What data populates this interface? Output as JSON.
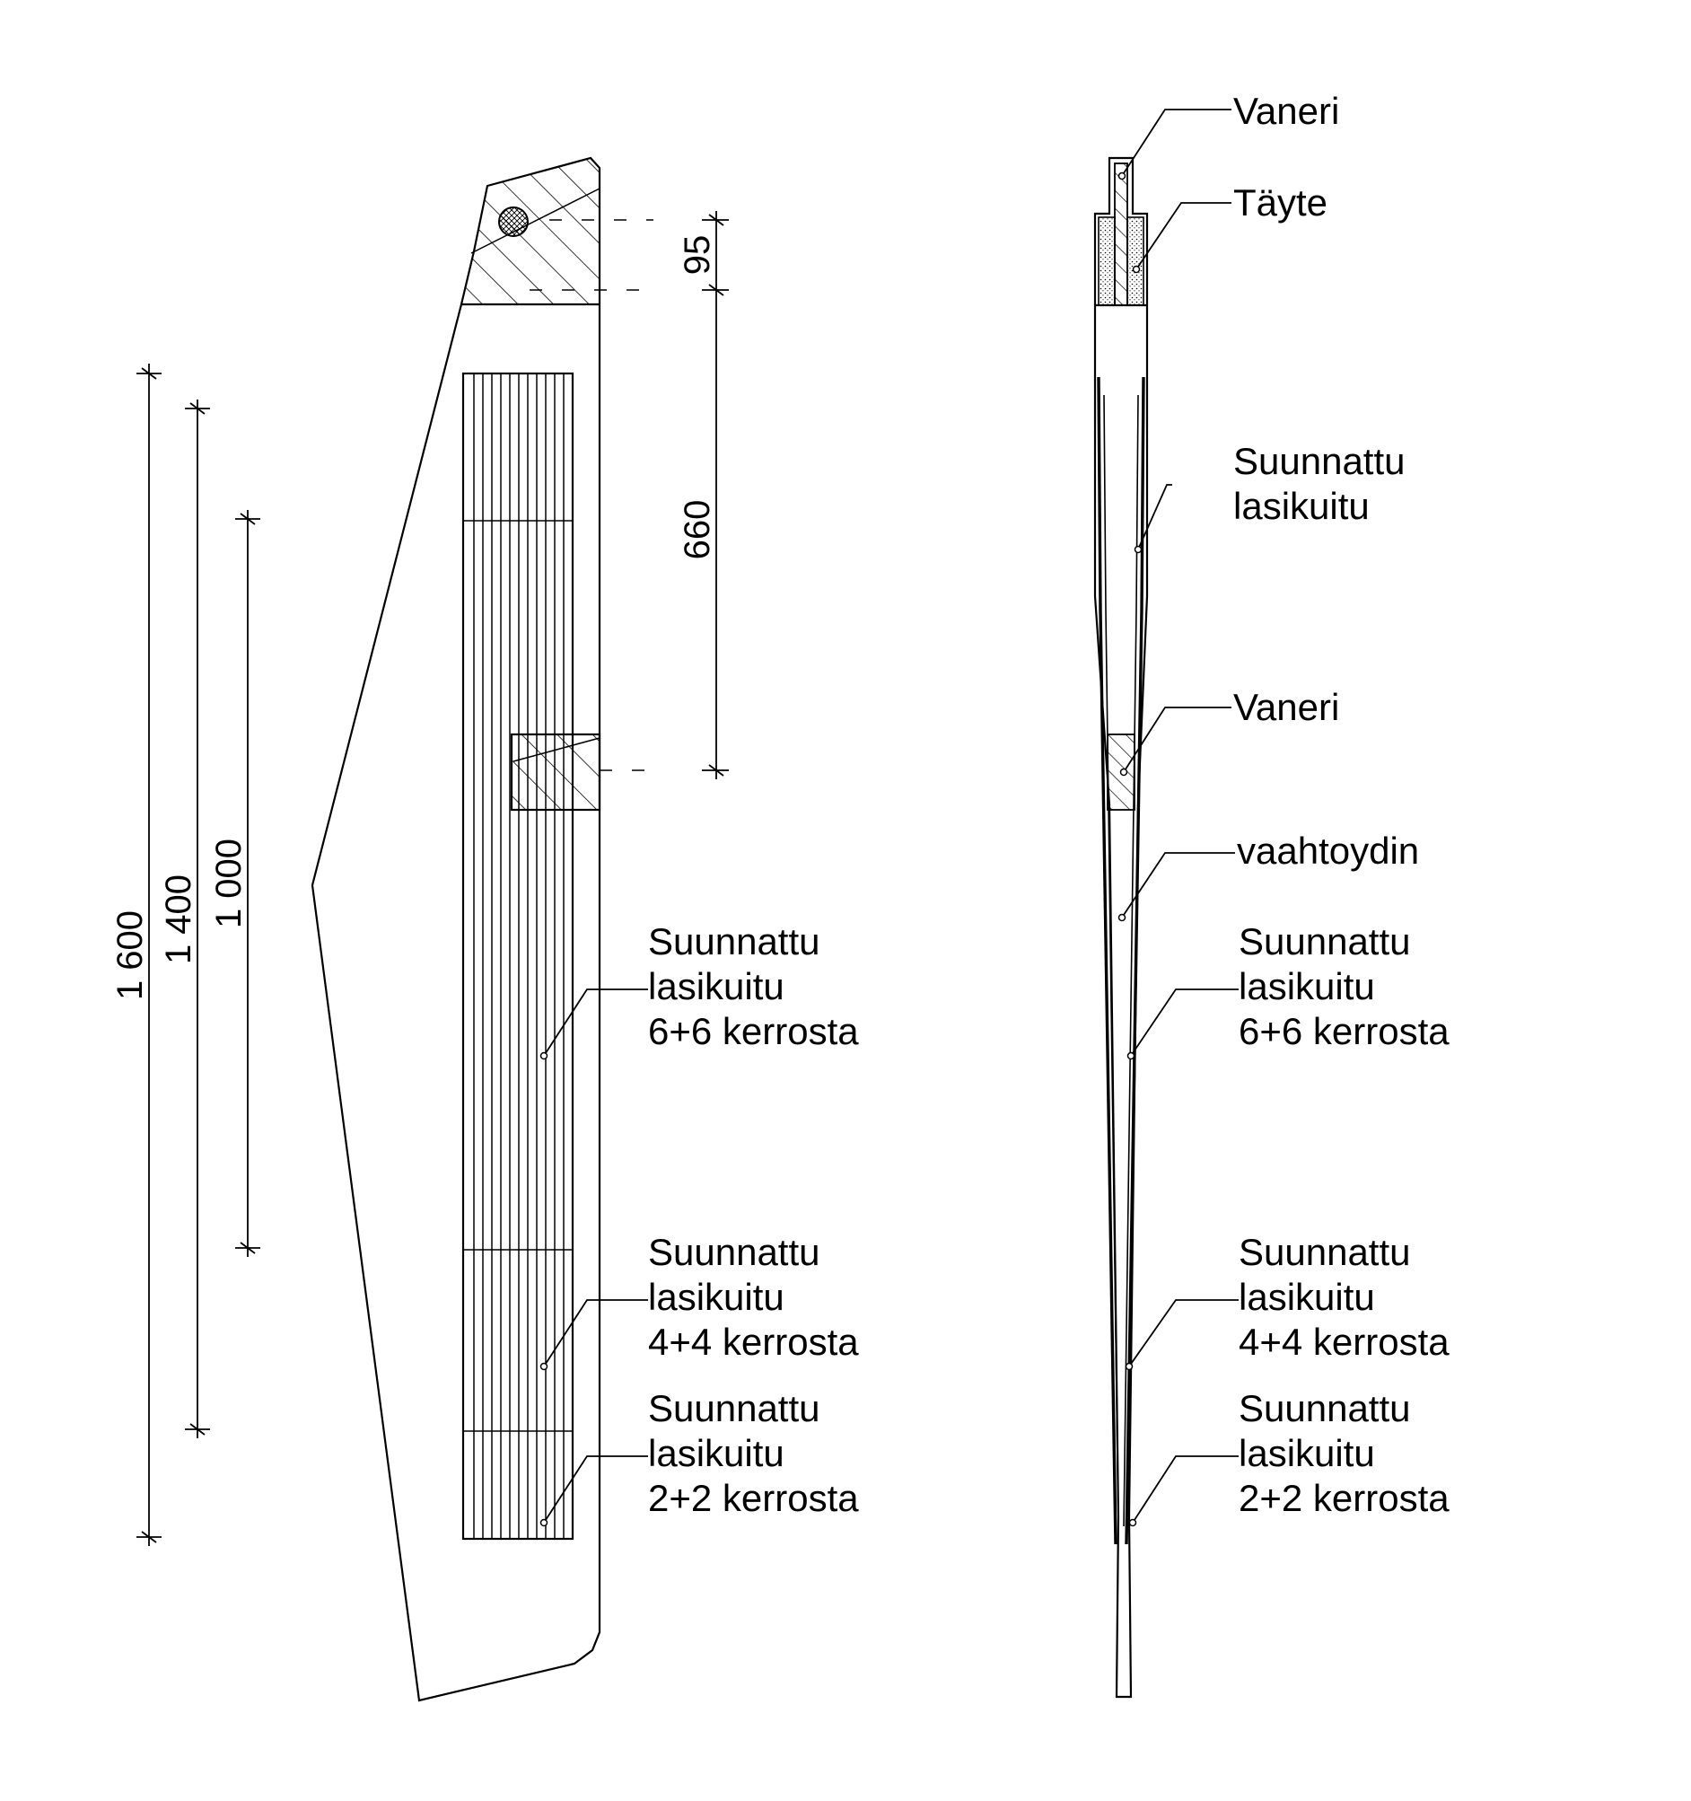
{
  "colors": {
    "ink": "#000000",
    "paper": "#ffffff"
  },
  "dimensions": {
    "d95": "95",
    "d660": "660",
    "d1600": "1 600",
    "d1400": "1 400",
    "d1000": "1 000"
  },
  "side_view": {
    "labels": [
      {
        "lines": [
          "Suunnattu",
          "lasikuitu",
          "6+6 kerrosta"
        ]
      },
      {
        "lines": [
          "Suunnattu",
          "lasikuitu",
          "4+4 kerrosta"
        ]
      },
      {
        "lines": [
          "Suunnattu",
          "lasikuitu",
          "2+2 kerrosta"
        ]
      }
    ]
  },
  "section_view": {
    "labels": [
      {
        "lines": [
          "Vaneri"
        ]
      },
      {
        "lines": [
          "Täyte"
        ]
      },
      {
        "lines": [
          "Suunnattu",
          "lasikuitu"
        ]
      },
      {
        "lines": [
          "Vaneri"
        ]
      },
      {
        "lines": [
          "vaahtoydin"
        ]
      },
      {
        "lines": [
          "Suunnattu",
          "lasikuitu",
          "6+6 kerrosta"
        ]
      },
      {
        "lines": [
          "Suunnattu",
          "lasikuitu",
          "4+4 kerrosta"
        ]
      },
      {
        "lines": [
          "Suunnattu",
          "lasikuitu",
          "2+2 kerrosta"
        ]
      }
    ]
  }
}
